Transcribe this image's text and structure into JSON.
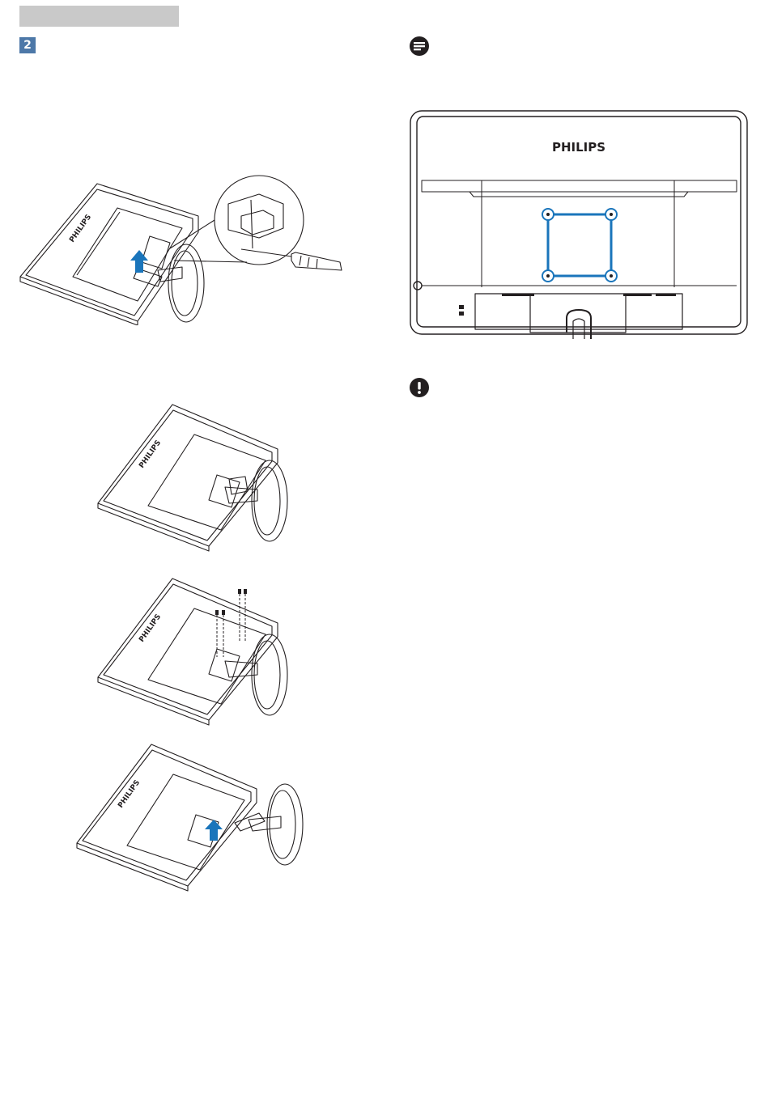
{
  "page": {
    "number": "2"
  },
  "brand": {
    "logo_text": "PHILIPS"
  },
  "icons": {
    "note": "note-icon",
    "caution": "exclamation-icon",
    "arrow": "up-arrow-icon",
    "screwdriver": "screwdriver-icon"
  },
  "colors": {
    "accent_blue": "#1a75bb",
    "badge": "#4d78a8",
    "header_bar": "#c9c9c9",
    "line": "#231f20"
  },
  "figures": [
    {
      "name": "remove-hinge-cover",
      "label": "PHILIPS"
    },
    {
      "name": "monitor-back-with-stand",
      "label": "PHILIPS"
    },
    {
      "name": "remove-screws",
      "label": "PHILIPS"
    },
    {
      "name": "detach-stand",
      "label": "PHILIPS"
    },
    {
      "name": "vesa-mount-diagram",
      "label": "PHILIPS"
    }
  ]
}
